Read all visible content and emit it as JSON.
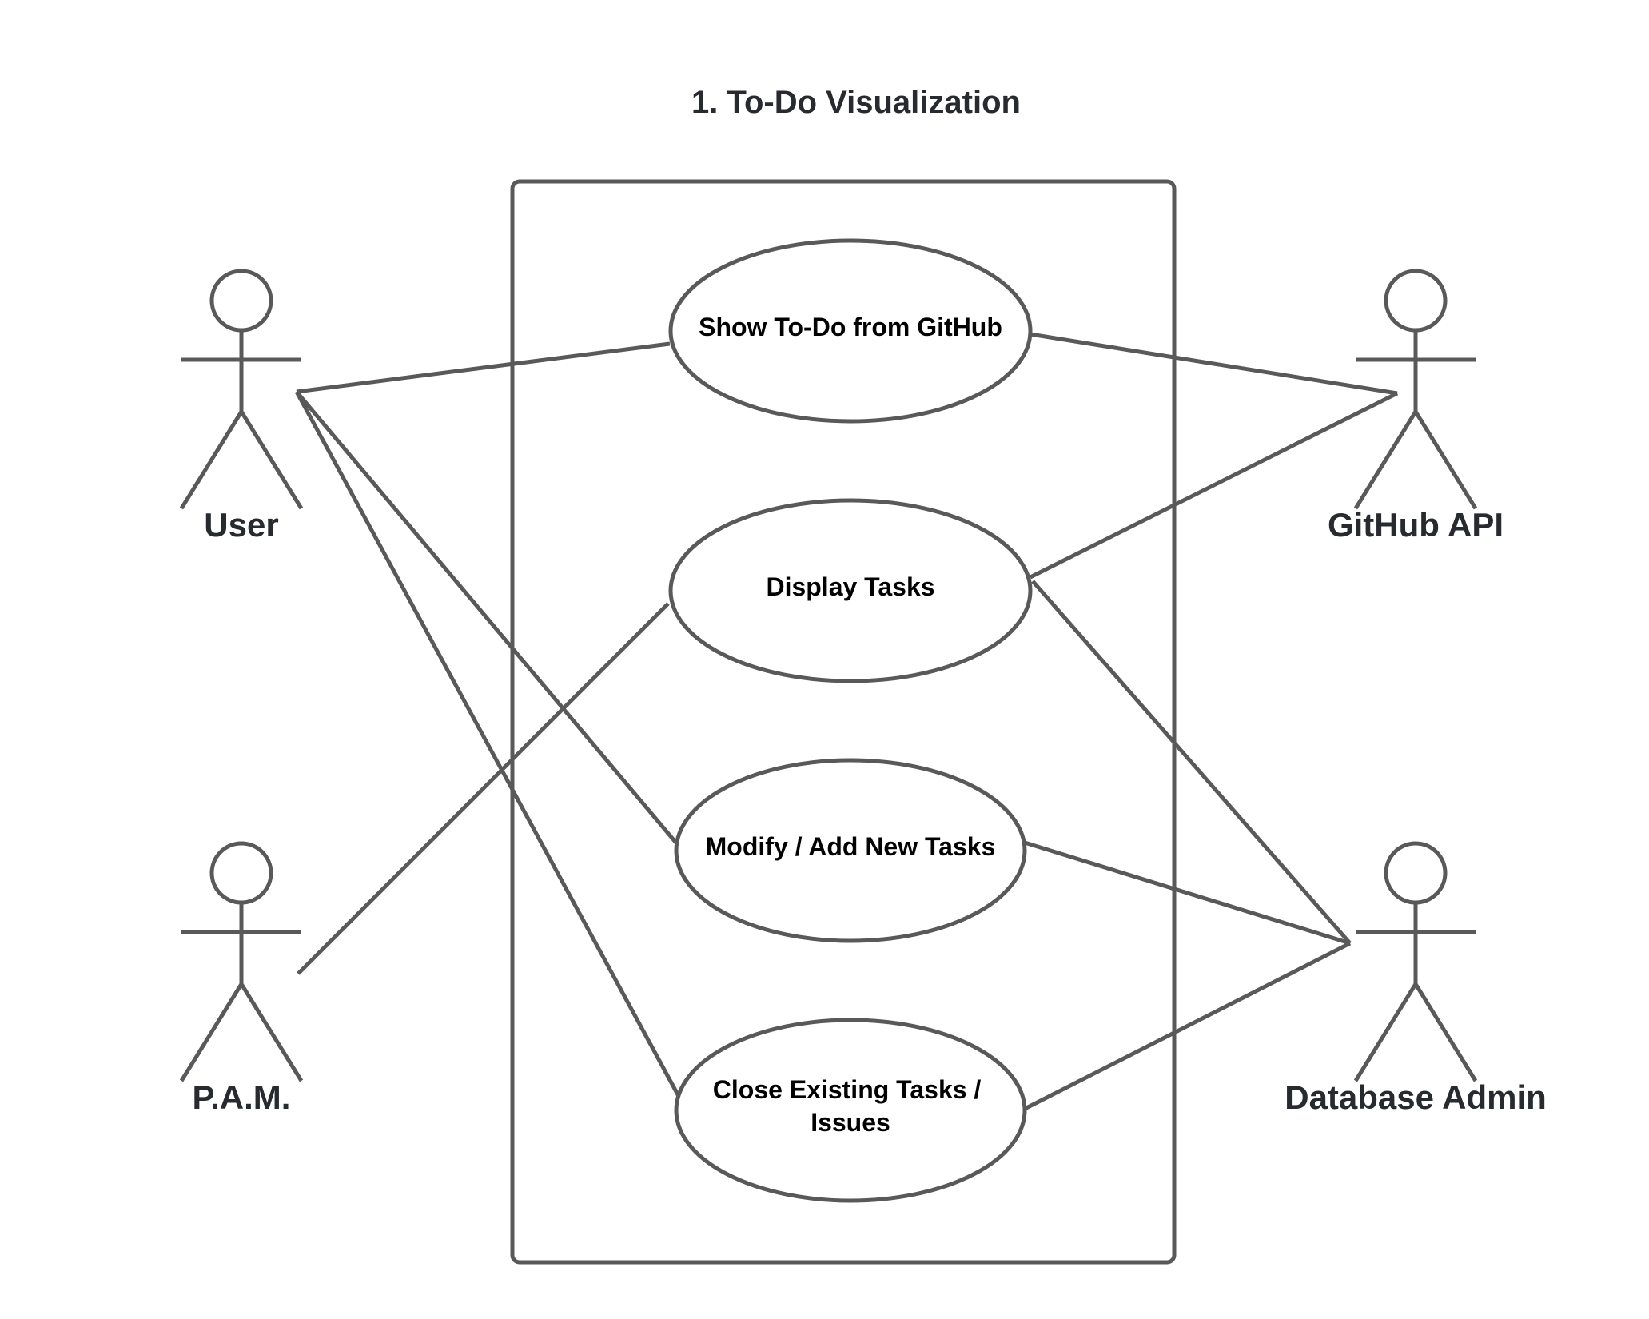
{
  "diagram": {
    "title": "1. To-Do Visualization",
    "stroke_color": "#595959",
    "text_color": "#272a2f",
    "actors": {
      "user": {
        "label": "User"
      },
      "pam": {
        "label": "P.A.M."
      },
      "github_api": {
        "label": "GitHub API"
      },
      "database_admin": {
        "label": "Database Admin"
      }
    },
    "use_cases": {
      "show_todo": {
        "label": "Show To-Do from GitHub"
      },
      "display_tasks": {
        "label": "Display Tasks"
      },
      "modify_add": {
        "label": "Modify / Add New Tasks"
      },
      "close_existing": {
        "line1": "Close Existing Tasks /",
        "line2": "Issues"
      }
    },
    "associations": [
      {
        "from": "User",
        "to": "Show To-Do from GitHub"
      },
      {
        "from": "User",
        "to": "Modify / Add New Tasks"
      },
      {
        "from": "User",
        "to": "Close Existing Tasks / Issues"
      },
      {
        "from": "P.A.M.",
        "to": "Display Tasks"
      },
      {
        "from": "GitHub API",
        "to": "Show To-Do from GitHub"
      },
      {
        "from": "GitHub API",
        "to": "Display Tasks"
      },
      {
        "from": "Database Admin",
        "to": "Display Tasks"
      },
      {
        "from": "Database Admin",
        "to": "Modify / Add New Tasks"
      },
      {
        "from": "Database Admin",
        "to": "Close Existing Tasks / Issues"
      }
    ]
  }
}
